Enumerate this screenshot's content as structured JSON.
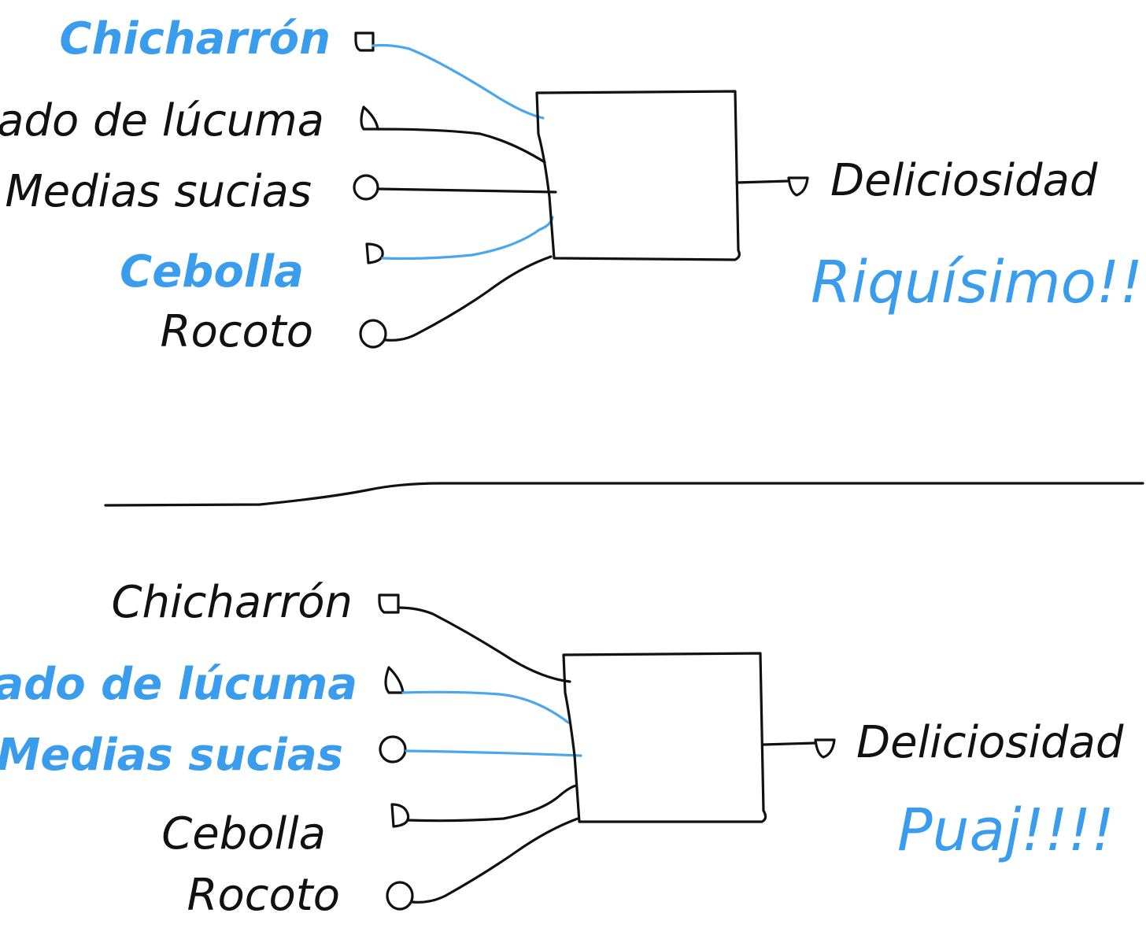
{
  "diagrams": [
    {
      "inputs": [
        {
          "label": "Chicharrón",
          "active": true
        },
        {
          "label": "Helado de lúcuma",
          "active": false
        },
        {
          "label": "Medias sucias",
          "active": false
        },
        {
          "label": "Cebolla",
          "active": true
        },
        {
          "label": "Rocoto",
          "active": false
        }
      ],
      "output": "Deliciosidad",
      "verdict": "Riquísimo!!!"
    },
    {
      "inputs": [
        {
          "label": "Chicharrón",
          "active": false
        },
        {
          "label": "Helado de lúcuma",
          "active": true
        },
        {
          "label": "Medias sucias",
          "active": true
        },
        {
          "label": "Cebolla",
          "active": false
        },
        {
          "label": "Rocoto",
          "active": false
        }
      ],
      "output": "Deliciosidad",
      "verdict": "Puaj!!!!"
    }
  ],
  "colors": {
    "ink": "#111111",
    "active": "#3a9cec"
  }
}
